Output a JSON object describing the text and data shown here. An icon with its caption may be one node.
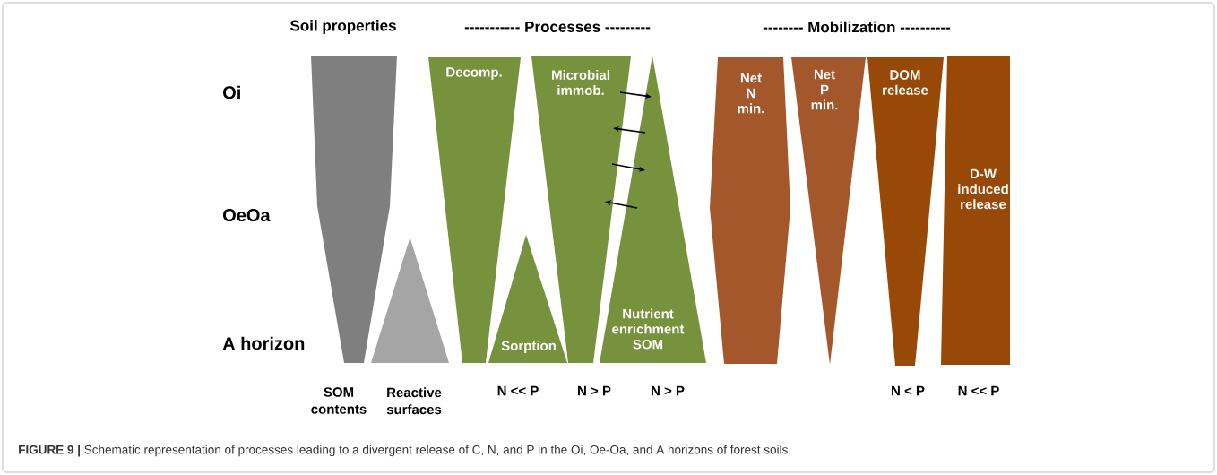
{
  "diagram": {
    "caption": "**FIGURE 9 |** Schematic representation of processes leading to a divergent release of C, N, and P in the Oi, Oe-Oa, and A horizons of forest soils.",
    "nodes": [
      {
        "text": [],
        "shape": "bar",
        "beside": [
          "SOM contents"
        ]
      },
      {
        "text": [],
        "shape": "triangle",
        "beside": [
          "Reactive surfaces"
        ]
      },
      {
        "text": [
          "Decomp."
        ]
      },
      {
        "text": [
          "Sorption"
        ]
      },
      {
        "text": [
          "Microbial immob."
        ]
      },
      {
        "text": [
          "Nutrient enrichment SOM"
        ]
      },
      {
        "text": [
          "Net N min."
        ]
      },
      {
        "text": [
          "Net P min."
        ]
      },
      {
        "text": [
          "DOM release"
        ]
      },
      {
        "text": [
          "D-W induced release"
        ]
      }
    ],
    "edges": [
      {
        "from": 4,
        "to": 5,
        "arrow": "to"
      },
      {
        "from": 5,
        "to": 4,
        "arrow": "to"
      },
      {
        "from": 4,
        "to": 5,
        "arrow": "to"
      },
      {
        "from": 5,
        "to": 4,
        "arrow": "to"
      }
    ],
    "labels": [
      "Soil properties",
      "----------- Processes ---------",
      "-------- Mobilization ----------",
      "Oi",
      "OeOa",
      "A horizon",
      "N << P",
      "N > P",
      "N > P",
      "N < P",
      "N << P"
    ]
  }
}
